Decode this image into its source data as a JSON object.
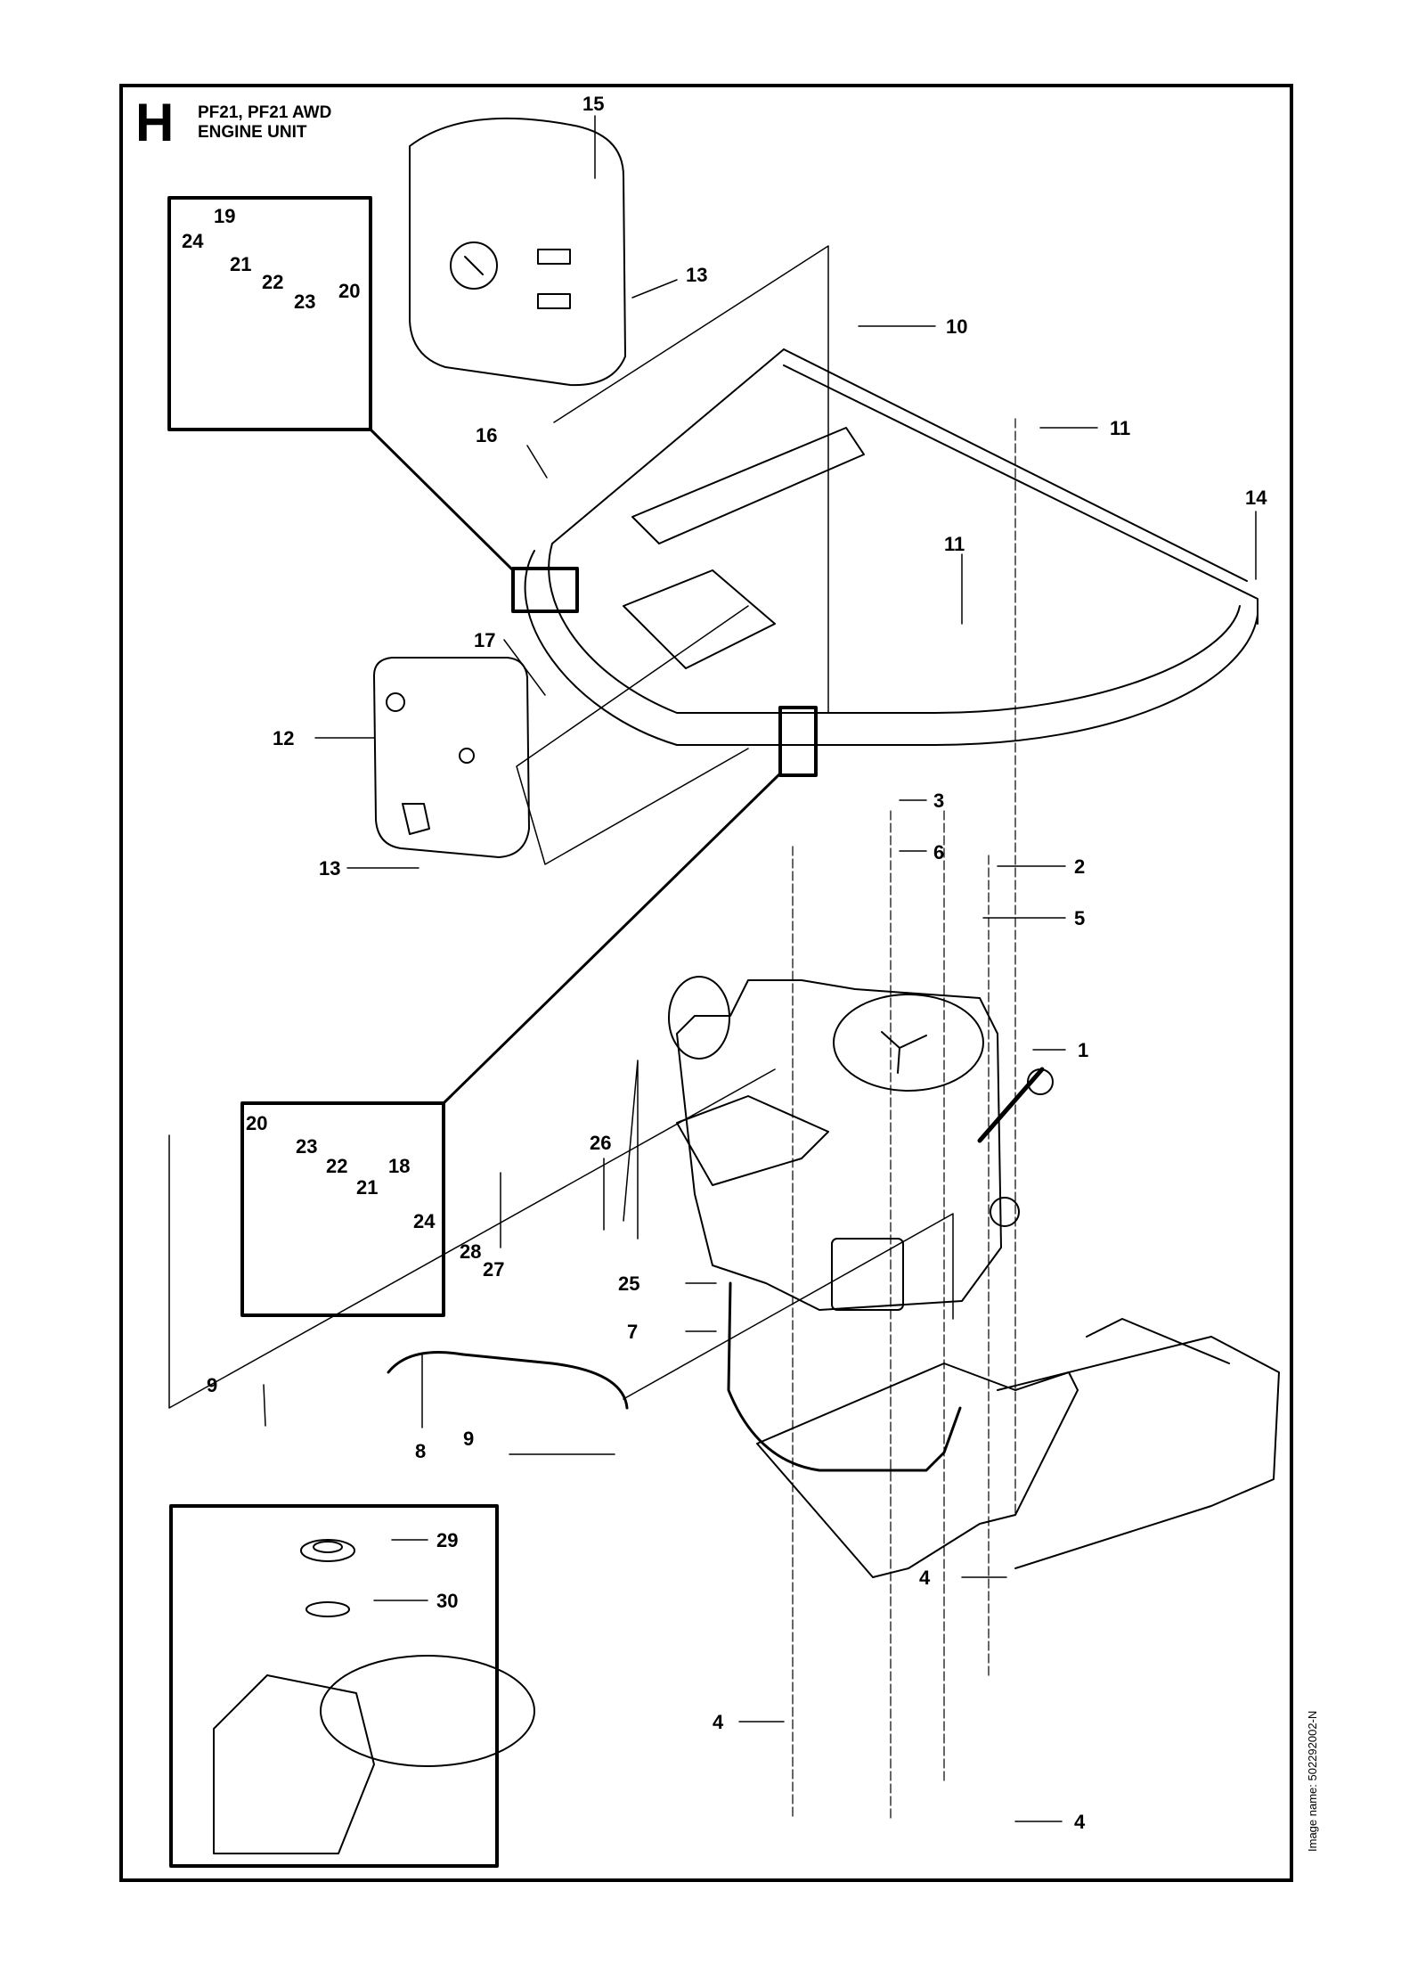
{
  "header": {
    "section_letter": "H",
    "title_line1": "PF21, PF21 AWD",
    "title_line2": "ENGINE UNIT"
  },
  "footer": {
    "image_name": "Image name: 502292002-N"
  },
  "callouts": [
    "1",
    "2",
    "3",
    "4",
    "5",
    "6",
    "7",
    "8",
    "9",
    "10",
    "11",
    "12",
    "13",
    "14",
    "15",
    "16",
    "17",
    "18",
    "19",
    "20",
    "21",
    "22",
    "23",
    "24",
    "25",
    "26",
    "27",
    "28",
    "29",
    "30"
  ]
}
